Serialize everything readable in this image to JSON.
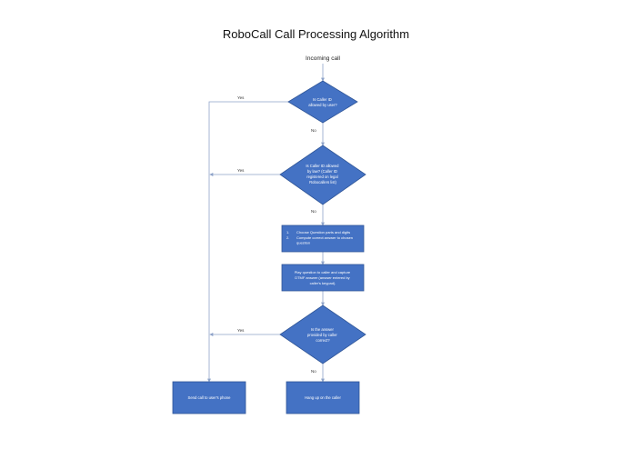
{
  "title": "RoboCall Call Processing Algorithm",
  "colors": {
    "shape_fill": "#4472C4",
    "shape_stroke": "#2F5597",
    "line": "#8EA3C9",
    "shape_text": "#ffffff",
    "label_text": "#333333"
  },
  "start_label": "Incoming call",
  "decision1": {
    "lines": [
      "Is Caller  ID",
      "allowed by user?"
    ]
  },
  "decision2": {
    "lines": [
      "Is Caller ID allowed",
      "by law? (Caller ID",
      "registered on legal",
      "Robocallers list)"
    ]
  },
  "step1": {
    "items": [
      {
        "num": "1.",
        "lines": [
          "Choose Question parts and digits"
        ]
      },
      {
        "num": "2.",
        "lines": [
          "Compute correct answer to chosen",
          "question"
        ]
      }
    ]
  },
  "step2": {
    "lines": [
      "Play question to caller and capture",
      "DTMF answer (answer entered by",
      "caller's keypad)."
    ]
  },
  "decision3": {
    "lines": [
      "Is the answer",
      "provided by caller",
      "correct?"
    ]
  },
  "end_send": {
    "text": "Send call to user's phone"
  },
  "end_hangup": {
    "text": "Hang up on the caller"
  },
  "edge_labels": {
    "yes1": "Yes",
    "no1": "No",
    "yes2": "Yes",
    "no2": "No",
    "yes3": "Yes",
    "no3": "No"
  }
}
